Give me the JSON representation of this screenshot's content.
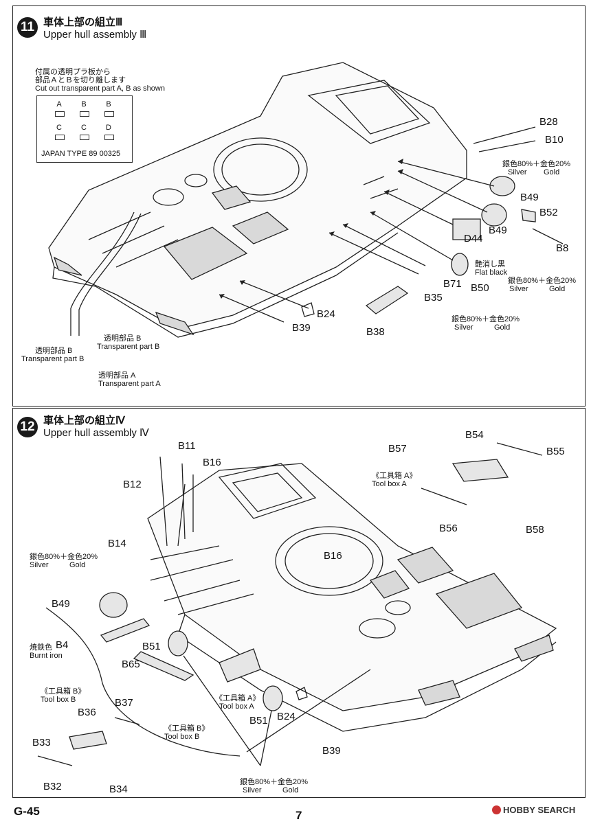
{
  "step11": {
    "number": "11",
    "title_jp": "車体上部の組立Ⅲ",
    "title_en": "Upper hull assembly Ⅲ",
    "cut_note_jp1": "付属の透明プラ板から",
    "cut_note_jp2": "部品ＡとＢを切り離します",
    "cut_note_en": "Cut out transparent part A, B as shown",
    "sheet": {
      "cells": [
        "A",
        "B",
        "B",
        "C",
        "C",
        "D"
      ],
      "footer": "JAPAN TYPE 89 00325"
    },
    "parts": {
      "b28": "B28",
      "b10": "B10",
      "b49a": "B49",
      "b52": "B52",
      "b8": "B8",
      "b49b": "B49",
      "d44": "D44",
      "b71": "B71",
      "b50": "B50",
      "b35": "B35",
      "b24": "B24",
      "b39": "B39",
      "b38": "B38"
    },
    "paint_silver_gold_jp": "銀色80%＋金色20%",
    "paint_silver": "Silver",
    "paint_gold": "Gold",
    "flat_black_jp": "艶消し黒",
    "flat_black_en": "Flat black",
    "transparent_b_jp": "透明部品 B",
    "transparent_b_en": "Transparent part B",
    "transparent_a_jp": "透明部品 A",
    "transparent_a_en": "Transparent part A"
  },
  "step12": {
    "number": "12",
    "title_jp": "車体上部の組立Ⅳ",
    "title_en": "Upper hull assembly Ⅳ",
    "parts": {
      "b11": "B11",
      "b16a": "B16",
      "b12": "B12",
      "b14": "B14",
      "b49": "B49",
      "b4": "B4",
      "b65": "B65",
      "b51a": "B51",
      "b16b": "B16",
      "b51b": "B51",
      "b24": "B24",
      "b39": "B39",
      "b54": "B54",
      "b57": "B57",
      "b55": "B55",
      "b56": "B56",
      "b58": "B58",
      "b36": "B36",
      "b37": "B37",
      "b33": "B33",
      "b32": "B32",
      "b34": "B34"
    },
    "toolbox_a_jp": "《工具箱 A》",
    "toolbox_a_en": "Tool box A",
    "toolbox_b_jp": "《工具箱 B》",
    "toolbox_b_en": "Tool box B",
    "burnt_iron_jp": "焼鉄色",
    "burnt_iron_en": "Burnt iron",
    "paint_silver_gold_jp": "銀色80%＋金色20%",
    "paint_silver": "Silver",
    "paint_gold": "Gold"
  },
  "footer": {
    "code": "G-45",
    "page": "7",
    "watermark": "HOBBY SEARCH"
  }
}
